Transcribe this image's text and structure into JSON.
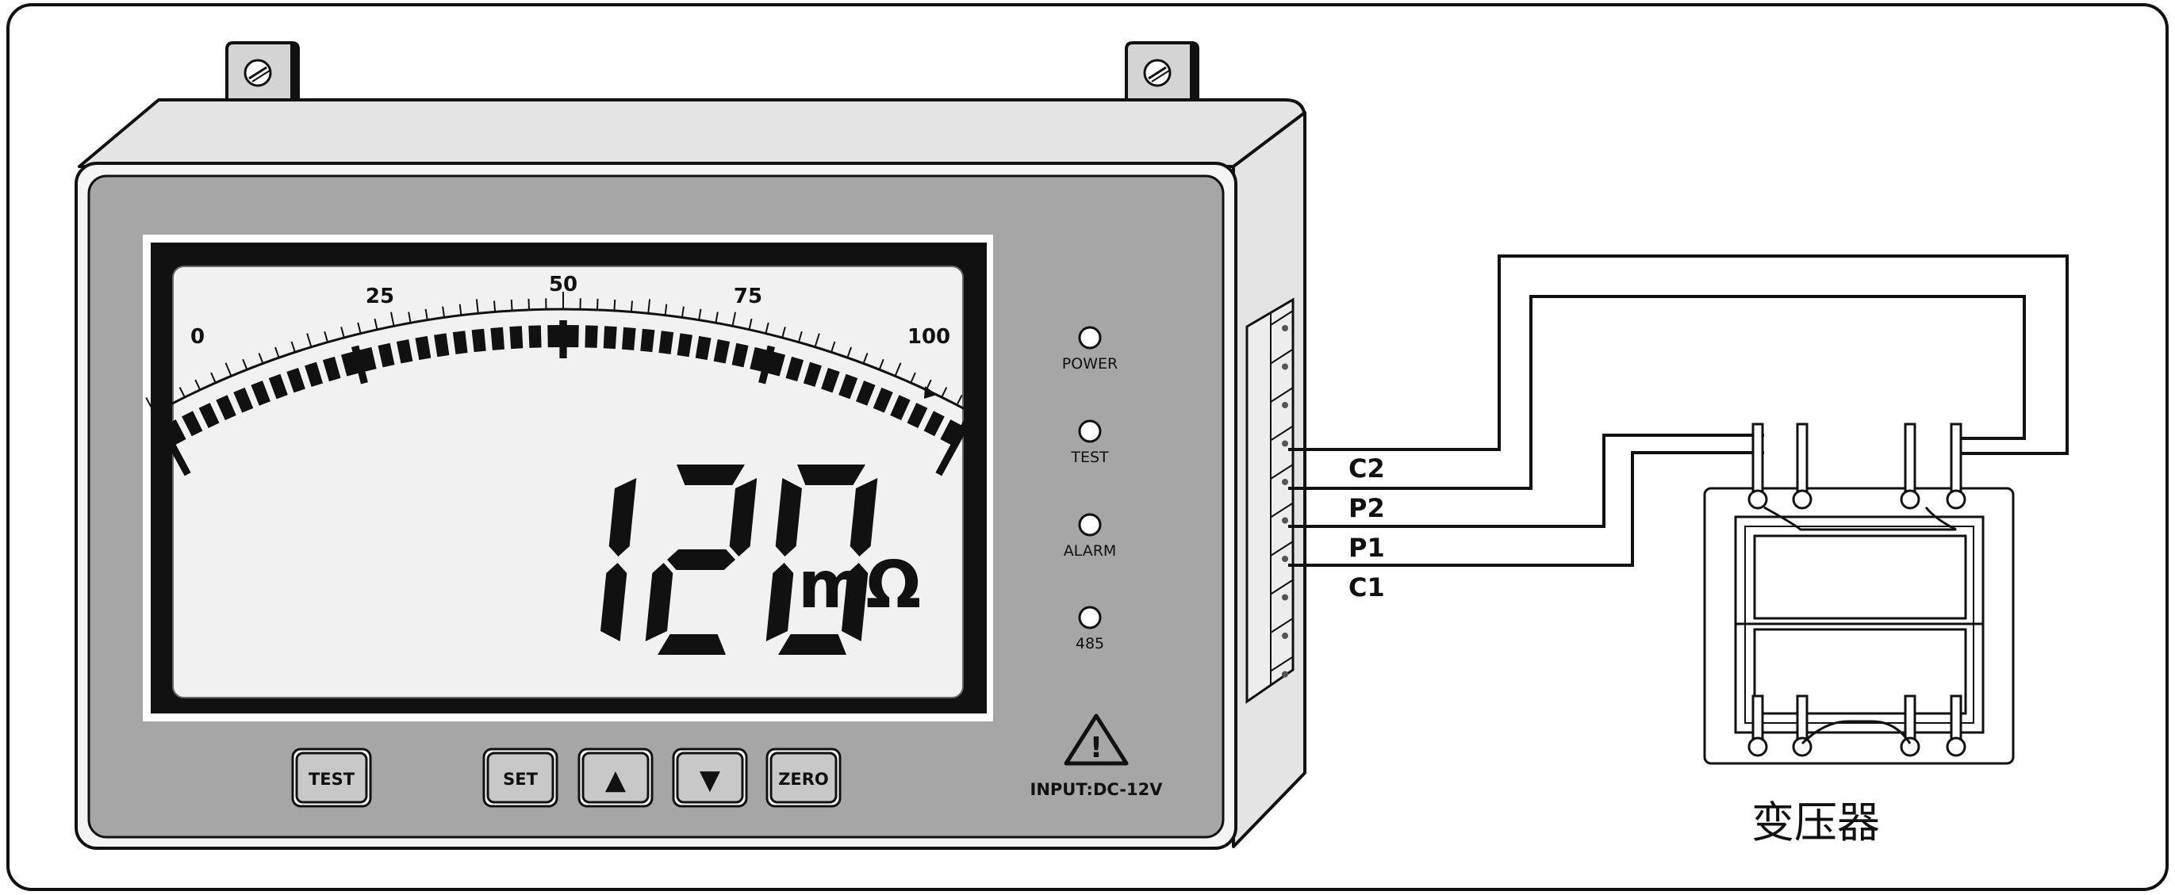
{
  "meter": {
    "scale_labels": [
      "0",
      "25",
      "50",
      "75",
      "100"
    ],
    "reading": "120",
    "unit": "mΩ",
    "scale_max": 100
  },
  "indicators": [
    {
      "label": "POWER"
    },
    {
      "label": "TEST"
    },
    {
      "label": "ALARM"
    },
    {
      "label": "485"
    }
  ],
  "buttons": {
    "test": "TEST",
    "set": "SET",
    "up": "▲",
    "down": "▼",
    "zero": "ZERO"
  },
  "power_input": "INPUT:DC-12V",
  "warning_symbol": "!",
  "terminals": [
    "C2",
    "P2",
    "P1",
    "C1"
  ],
  "transformer_label": "变压器",
  "colors": {
    "panel": "#a6a6a6",
    "housing": "#e2e2e2",
    "lcd": "#f1f1f1",
    "segment": "#111111"
  }
}
